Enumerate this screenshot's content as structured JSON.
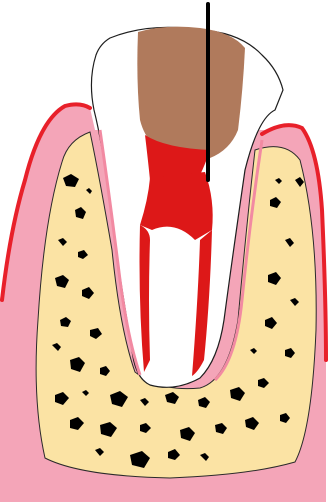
{
  "diagram": {
    "subject": "tooth-cross-section",
    "parts": [
      {
        "name": "gum-tissue",
        "color": "#f4a5b8"
      },
      {
        "name": "gum-outline",
        "color": "#e8202a"
      },
      {
        "name": "jaw-bone",
        "color": "#fbe3a4"
      },
      {
        "name": "bone-pores",
        "color": "#000000"
      },
      {
        "name": "tooth-crown",
        "color": "#ffffff"
      },
      {
        "name": "decay-cavity",
        "color": "#b07a5c"
      },
      {
        "name": "pulp-nerve",
        "color": "#dd1818"
      },
      {
        "name": "probe-instrument",
        "color": "#000000"
      }
    ]
  }
}
